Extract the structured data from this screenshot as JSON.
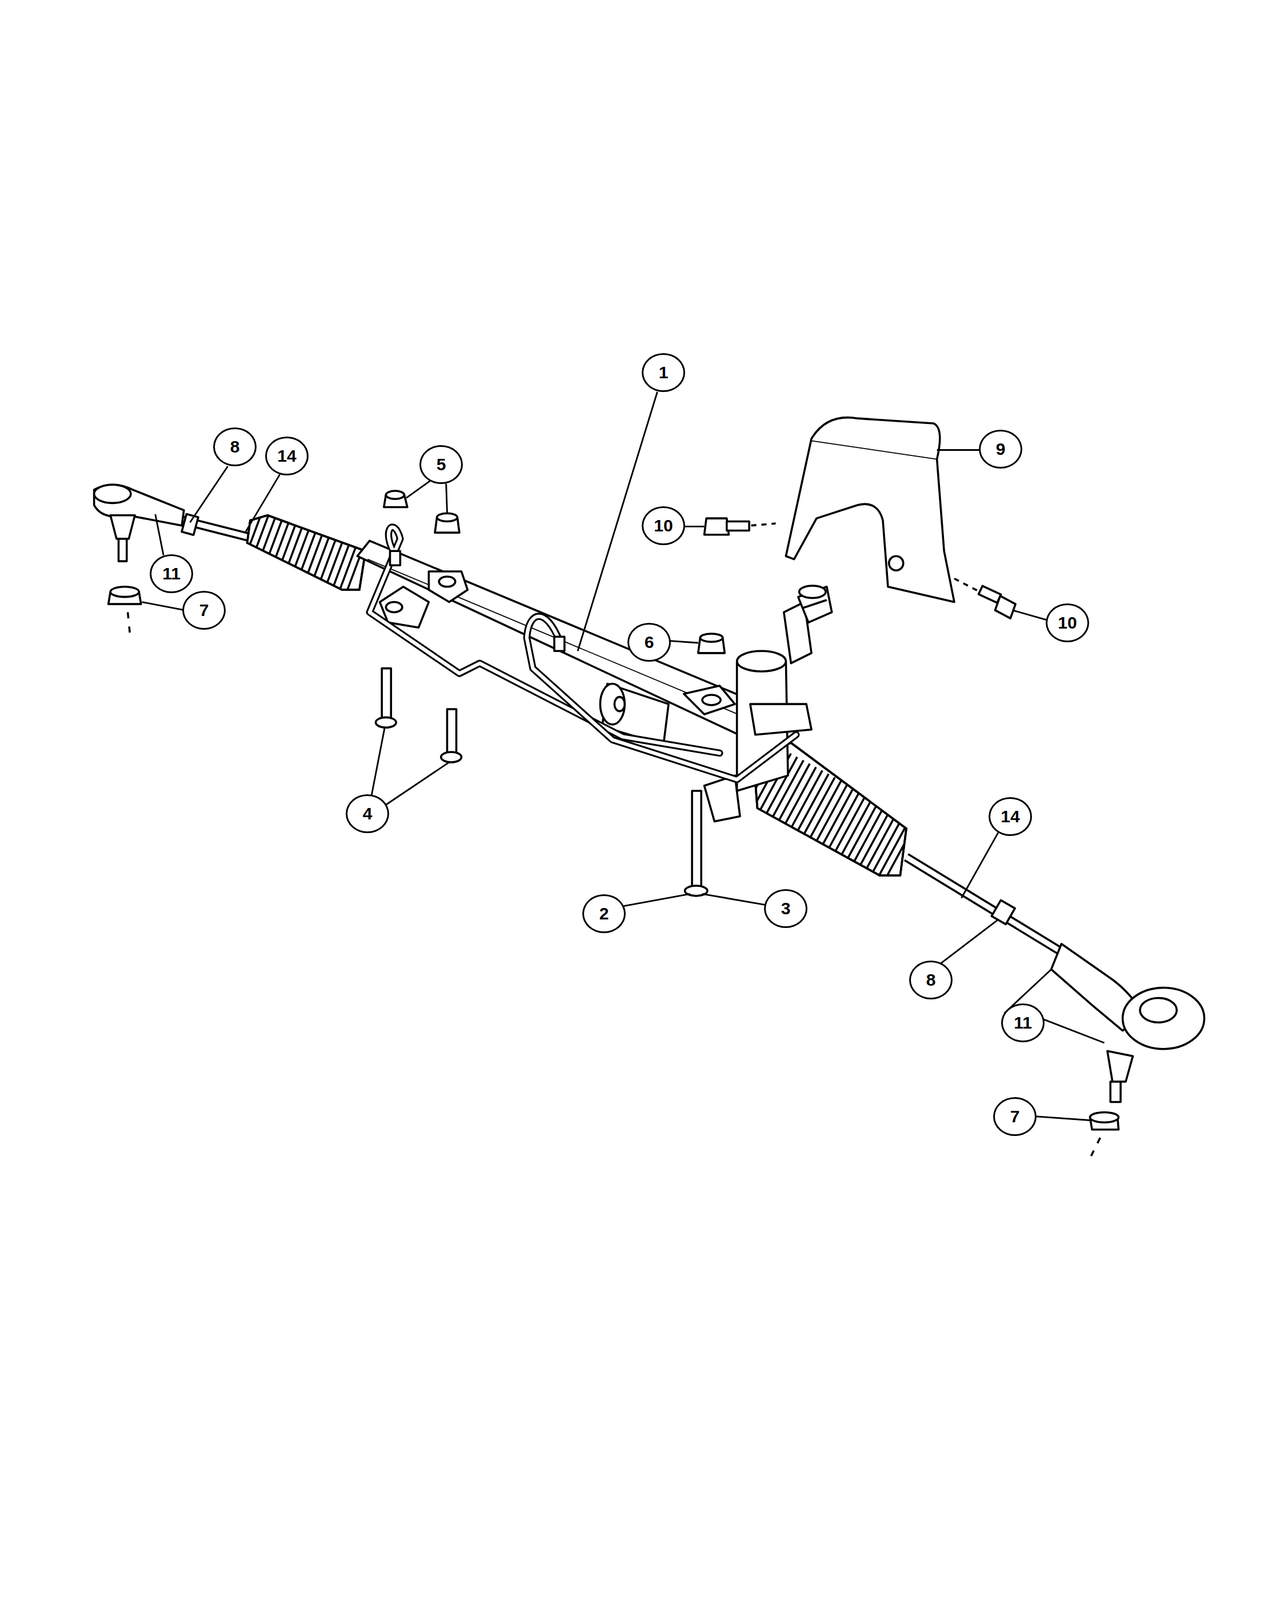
{
  "diagram": {
    "labels": [
      "1",
      "9",
      "8",
      "14",
      "5",
      "10",
      "11",
      "7",
      "10",
      "6",
      "4",
      "14",
      "3",
      "2",
      "8",
      "11",
      "7"
    ]
  }
}
